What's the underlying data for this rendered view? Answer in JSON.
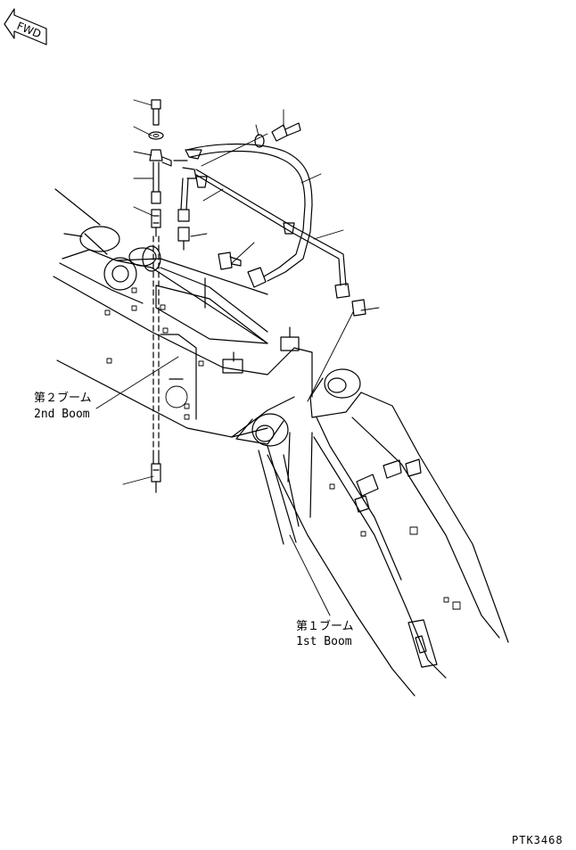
{
  "direction_marker": {
    "text": "FWD"
  },
  "labels": {
    "boom2_jp": "第２ブーム",
    "boom2_en": "2nd Boom",
    "boom1_jp": "第１ブーム",
    "boom1_en": "1st Boom"
  },
  "drawing_code": "PTK3468"
}
